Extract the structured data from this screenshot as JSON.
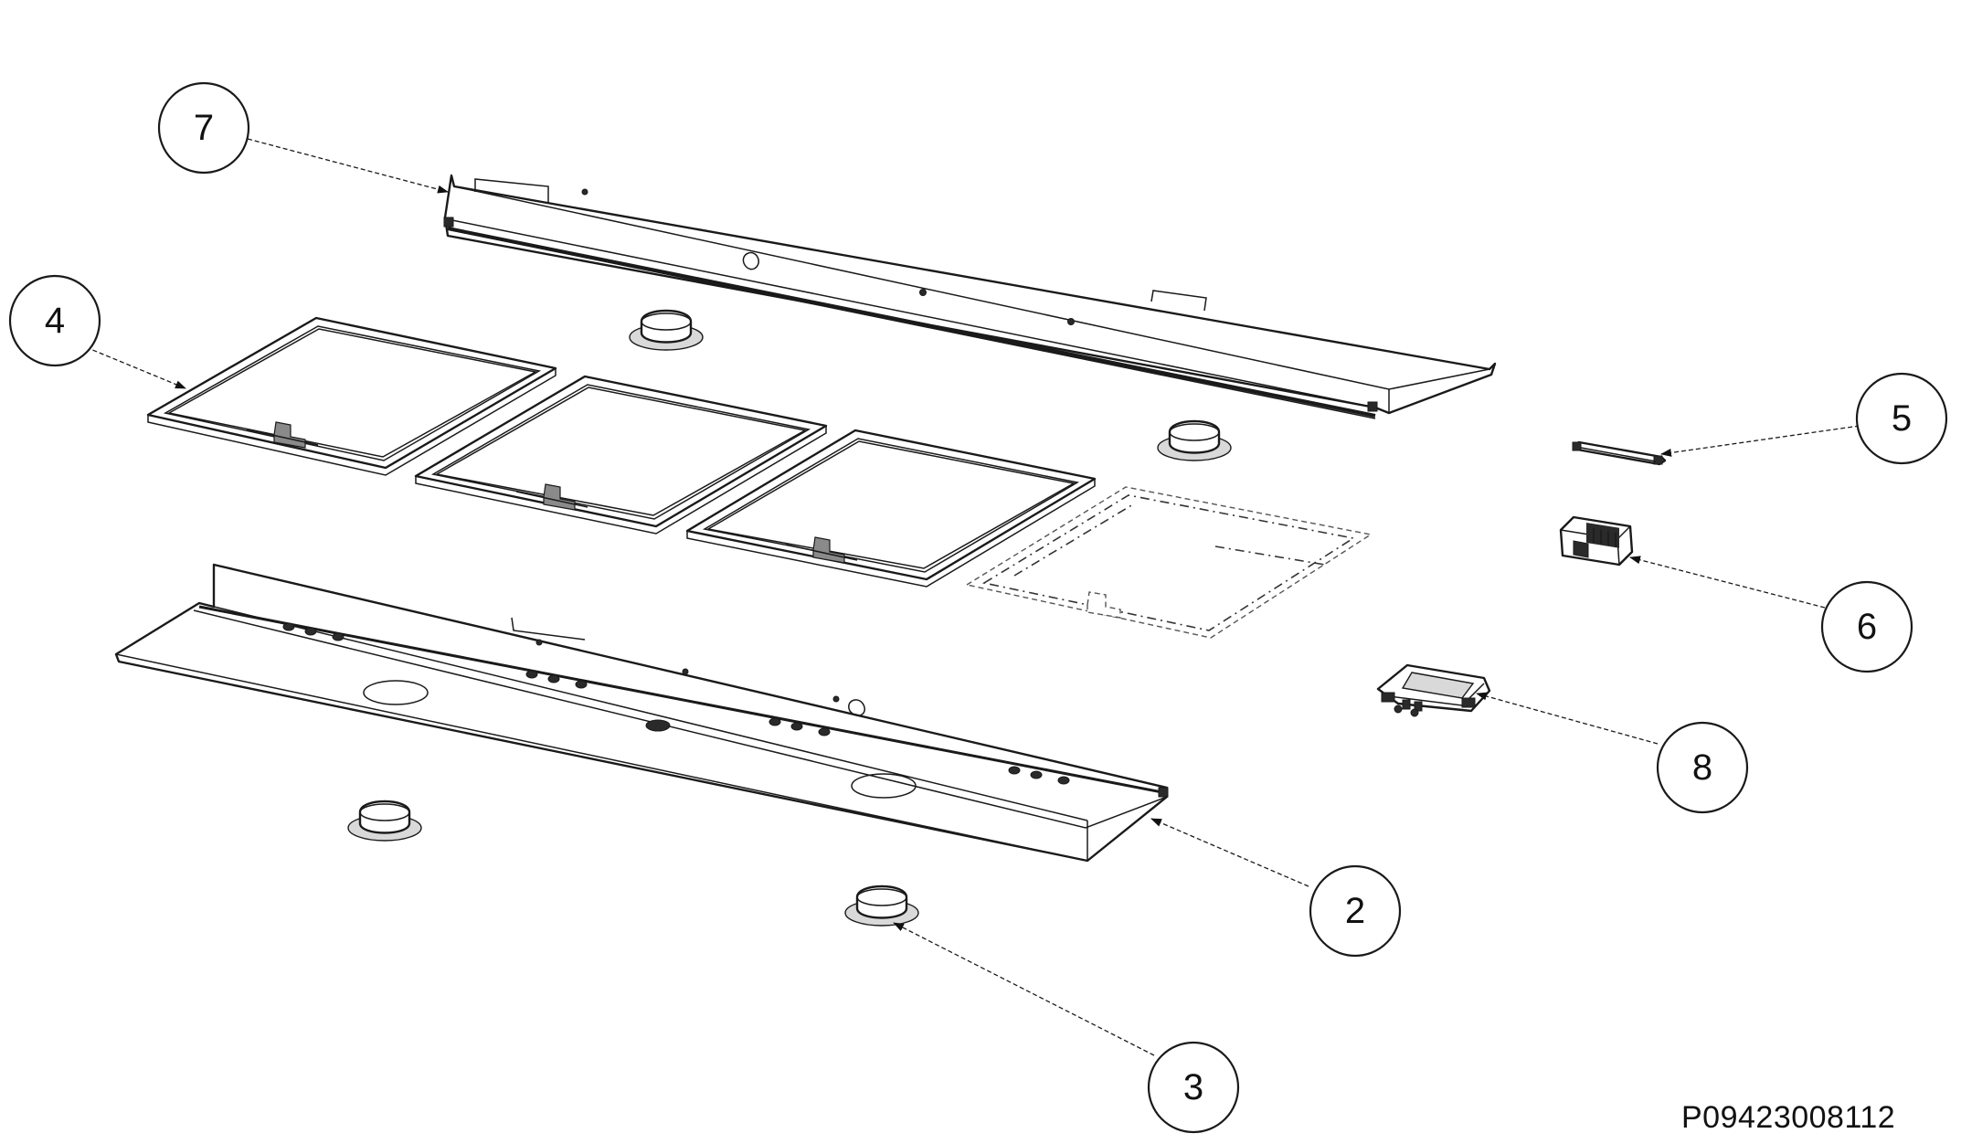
{
  "drawing": {
    "code": "P09423008112"
  },
  "callouts": [
    {
      "id": "2",
      "label": "2"
    },
    {
      "id": "3",
      "label": "3"
    },
    {
      "id": "4",
      "label": "4"
    },
    {
      "id": "5",
      "label": "5"
    },
    {
      "id": "6",
      "label": "6"
    },
    {
      "id": "7",
      "label": "7"
    },
    {
      "id": "8",
      "label": "8"
    }
  ]
}
